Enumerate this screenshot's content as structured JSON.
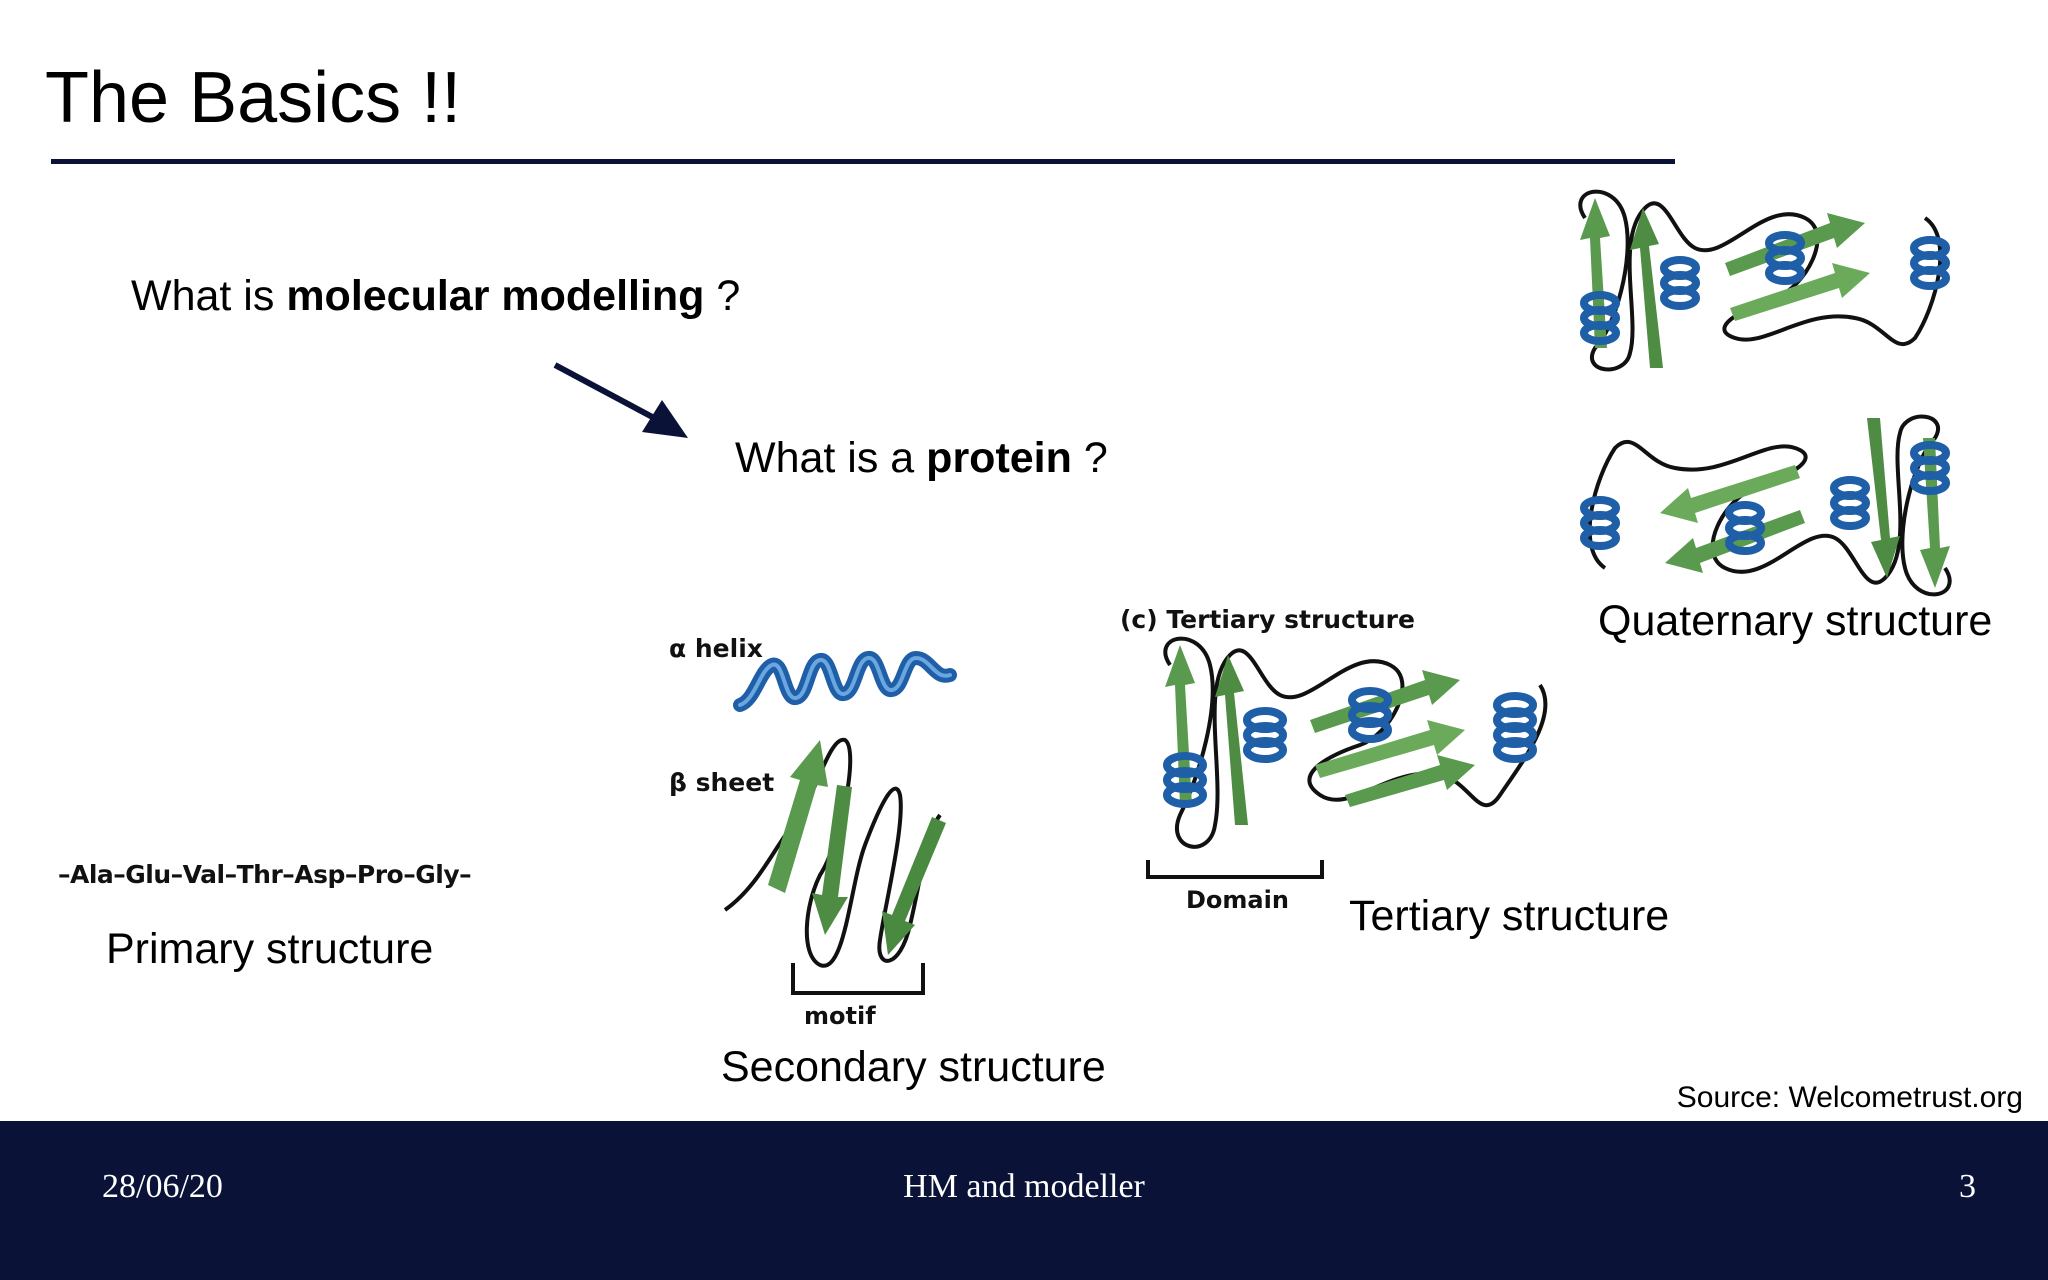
{
  "slide": {
    "title": "The Basics !!",
    "question1": {
      "prefix": "What is ",
      "bold": "molecular modelling",
      "suffix": " ?"
    },
    "question2": {
      "prefix": "What is a ",
      "bold": "protein",
      "suffix": " ?"
    },
    "labels": {
      "primary": "Primary structure",
      "secondary": "Secondary structure",
      "tertiary": "Tertiary structure",
      "quaternary": "Quaternary structure"
    },
    "source": "Source: Welcometrust.org"
  },
  "figure": {
    "sequence": "–Ala–Glu–Val–Thr–Asp–Pro–Gly–",
    "helix_label": "α helix",
    "sheet_label": "β sheet",
    "motif_label": "motif",
    "tertiary_heading": "(c) Tertiary structure",
    "domain_label": "Domain"
  },
  "footer": {
    "date": "28/06/20",
    "center": "HM and modeller",
    "page": "3"
  },
  "colors": {
    "navy": "#0b1238",
    "helix_blue": "#1f5fa8",
    "strand_green": "#5a9a4e"
  }
}
